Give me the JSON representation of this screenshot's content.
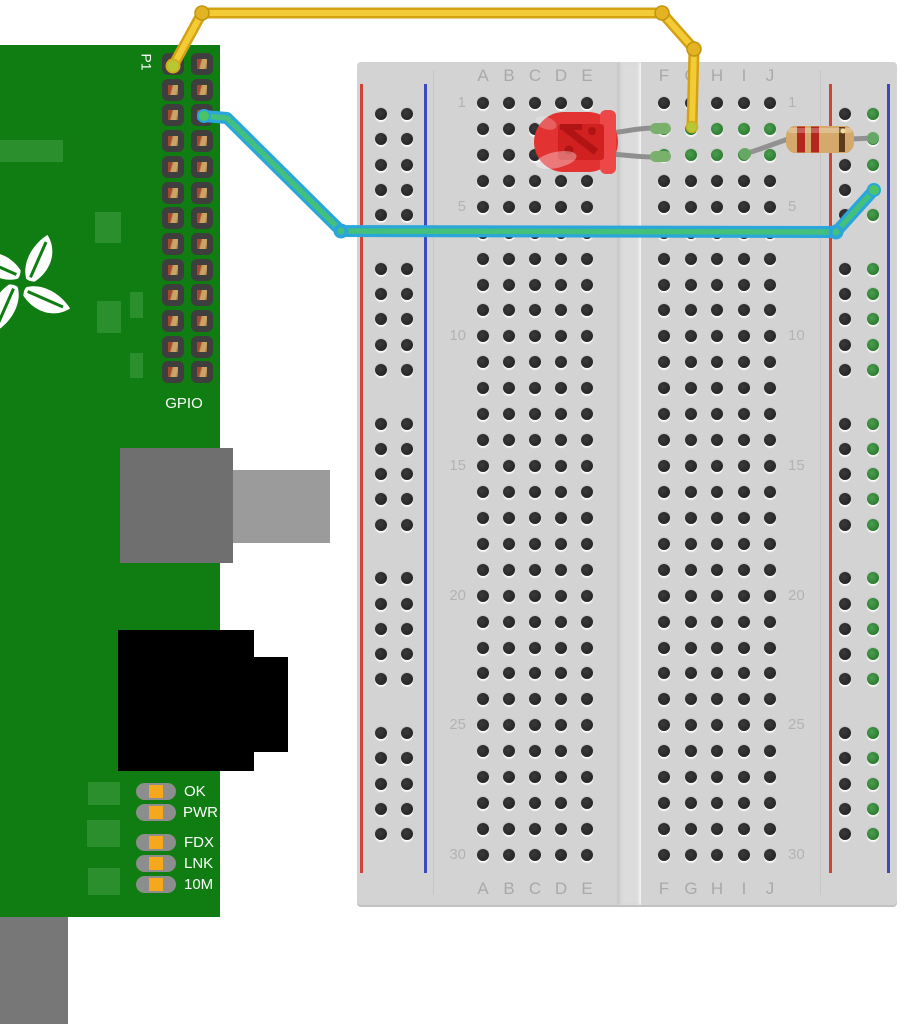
{
  "diagram": {
    "type": "breadboard-wiring-diagram"
  },
  "pi": {
    "p1_label": "P1",
    "gpio_label": "GPIO",
    "status_leds": [
      "OK",
      "PWR",
      "FDX",
      "LNK",
      "10M"
    ],
    "board_color": "#0f7d11",
    "header_rows": 13,
    "header_cols": 2
  },
  "breadboard": {
    "column_labels": [
      "A",
      "B",
      "C",
      "D",
      "E",
      "F",
      "G",
      "H",
      "I",
      "J"
    ],
    "row_labels": [
      "1",
      "5",
      "10",
      "15",
      "20",
      "25",
      "30"
    ],
    "rows": 30,
    "rail_red": "#d04338",
    "rail_blue": "#3a49c0",
    "connected_holes": [
      "F2",
      "G2",
      "H2",
      "I2",
      "J2",
      "F3",
      "G3",
      "H3",
      "I3",
      "J3"
    ],
    "right_rail_connected": true
  },
  "components": {
    "led": {
      "name": "red-led",
      "color": "#e23232"
    },
    "resistor": {
      "name": "resistor",
      "body_color": "#d4a96b",
      "band_colors": [
        "#b3271f",
        "#b3271f",
        "#5e3b1d"
      ]
    },
    "yellow_wire": {
      "color": "#f2cb37",
      "outline": "#d3a112"
    },
    "teal_wire": {
      "color": "#2aa6db",
      "core": "#43c07c"
    }
  }
}
